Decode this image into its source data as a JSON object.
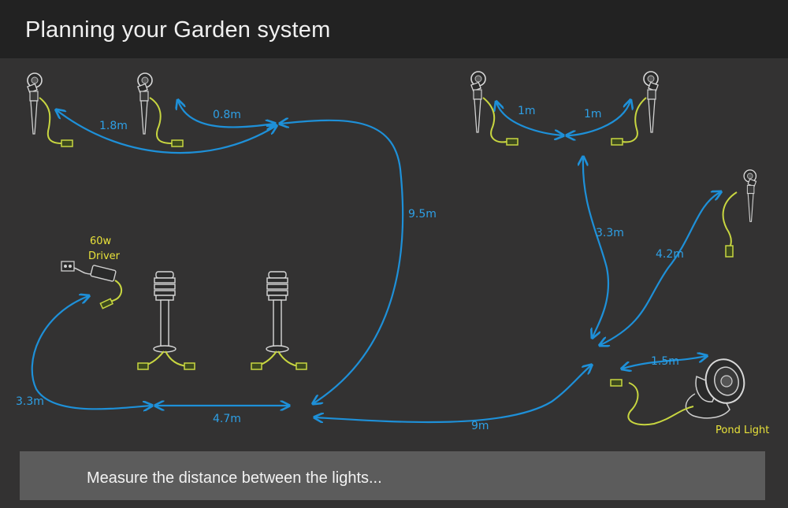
{
  "header": {
    "title": "Planning your Garden system"
  },
  "footer": {
    "text": "Measure the distance between the lights..."
  },
  "colors": {
    "background": "#333232",
    "header": "#222222",
    "footer": "#5c5c5c",
    "arrow": "#1e90d8",
    "cable": "#c8d640",
    "label_yellow": "#e8e23a"
  },
  "components": {
    "driver_label_line1": "60w",
    "driver_label_line2": "Driver",
    "pond_light_label": "Pond Light"
  },
  "distances": {
    "spike1_to_spike2": "1.8m",
    "spike2_to_junction": "0.8m",
    "junction_to_bollards": "9.5m",
    "driver_to_bollards": "3.3m",
    "between_bollards": "4.7m",
    "bollards_to_right": "9m",
    "right_spike_a": "1m",
    "right_spike_b": "1m",
    "right_vertical": "3.3m",
    "to_far_spike": "4.2m",
    "to_pond_light": "1.5m"
  }
}
